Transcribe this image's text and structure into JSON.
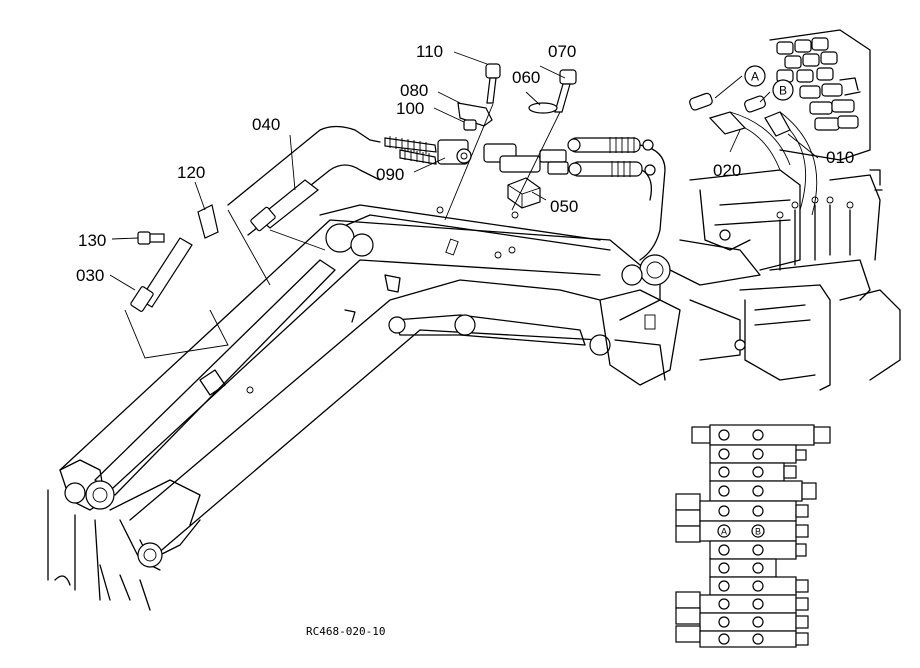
{
  "reference_code": "RC468-020-10",
  "part_labels": {
    "p010": "010",
    "p020": "020",
    "p030": "030",
    "p040": "040",
    "p050": "050",
    "p060": "060",
    "p070": "070",
    "p080": "080",
    "p090": "090",
    "p100": "100",
    "p110": "110",
    "p120": "120",
    "p130": "130"
  },
  "port_labels": {
    "a": "A",
    "b": "B"
  }
}
